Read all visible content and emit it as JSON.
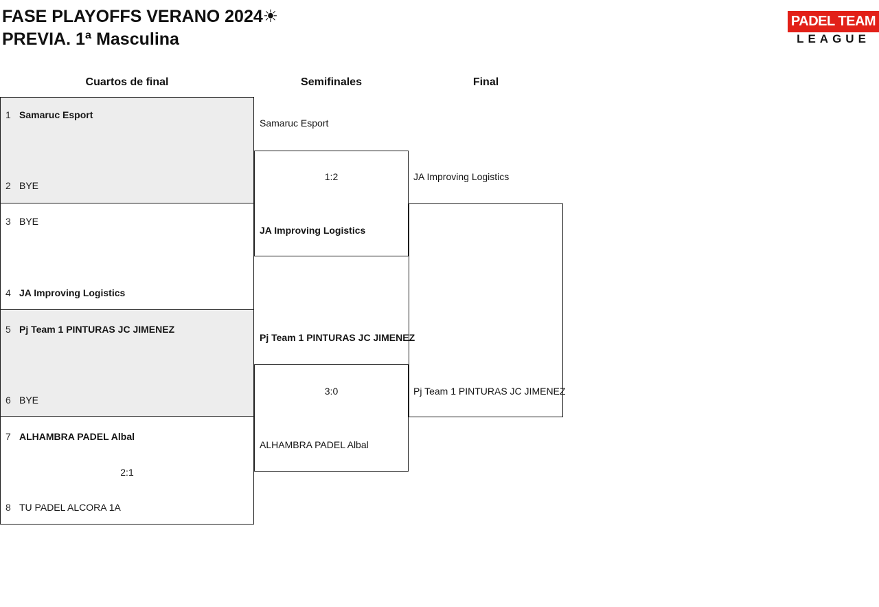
{
  "header": {
    "title_line1": "FASE PLAYOFFS VERANO 2024☀",
    "title_line2": "PREVIA. 1ª Masculina",
    "logo_top": "PADEL TEAM",
    "logo_bottom": "LEAGUE"
  },
  "colors": {
    "brand_red": "#e22018",
    "box_gray": "#ededed",
    "border": "#1d1d1d"
  },
  "columns": [
    {
      "label": "Cuartos de final"
    },
    {
      "label": "Semifinales"
    },
    {
      "label": "Final"
    }
  ],
  "bracket": {
    "qf": [
      {
        "seed1": "1",
        "team1": "Samaruc Esport",
        "seed2": "2",
        "team2": "BYE",
        "score": ""
      },
      {
        "seed1": "3",
        "team1": "BYE",
        "seed2": "4",
        "team2": "JA Improving Logistics",
        "score": ""
      },
      {
        "seed1": "5",
        "team1": "Pj Team 1 PINTURAS JC JIMENEZ",
        "seed2": "6",
        "team2": "BYE",
        "score": ""
      },
      {
        "seed1": "7",
        "team1": "ALHAMBRA PADEL Albal",
        "seed2": "8",
        "team2": "TU PADEL ALCORA 1A",
        "score": "2:1"
      }
    ],
    "sf": [
      {
        "team1": "Samaruc Esport",
        "score": "1:2",
        "team2": "JA Improving Logistics"
      },
      {
        "team1": "Pj Team 1 PINTURAS JC JIMENEZ",
        "score": "3:0",
        "team2": "ALHAMBRA PADEL Albal"
      }
    ],
    "final": {
      "team1": "JA Improving Logistics",
      "score": "",
      "team2": "Pj Team 1 PINTURAS JC JIMENEZ"
    }
  }
}
